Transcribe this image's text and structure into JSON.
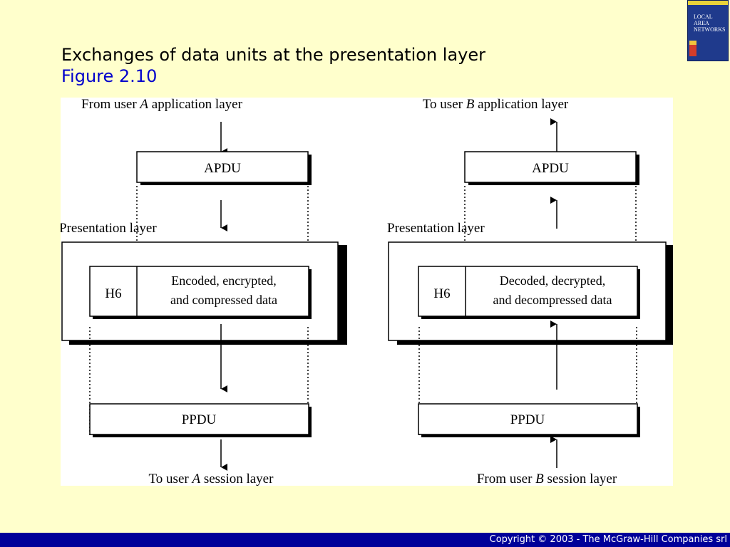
{
  "slide": {
    "title": "Exchanges of data units at the presentation layer",
    "subtitle": "Figure 2.10",
    "copyright": "Copyright © 2003 - The McGraw-Hill Companies srl"
  },
  "book_cover": {
    "title_lines": [
      "LOCAL",
      "AREA",
      "NETWORKS"
    ]
  },
  "diagram": {
    "left": {
      "top_label": {
        "pre": "From user ",
        "user": "A",
        "post": " application layer"
      },
      "apdu": "APDU",
      "layer_label": "Presentation layer",
      "header": "H6",
      "data_lines": [
        "Encoded, encrypted,",
        "and compressed data"
      ],
      "ppdu": "PPDU",
      "bottom_label": {
        "pre": "To user ",
        "user": "A",
        "post": " session layer"
      }
    },
    "right": {
      "top_label": {
        "pre": "To user ",
        "user": "B",
        "post": " application layer"
      },
      "apdu": "APDU",
      "layer_label": "Presentation layer",
      "header": "H6",
      "data_lines": [
        "Decoded, decrypted,",
        "and decompressed data"
      ],
      "ppdu": "PPDU",
      "bottom_label": {
        "pre": "From user ",
        "user": "B",
        "post": " session layer"
      }
    }
  }
}
